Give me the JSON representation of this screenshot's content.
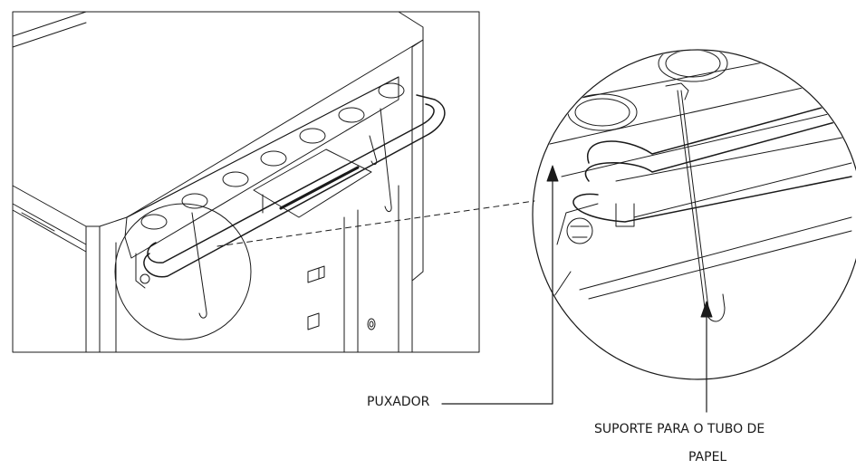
{
  "labels": {
    "handle": "PUXADOR",
    "paper_holder_line1": "SUPORTE PARA O TUBO DE",
    "paper_holder_line2": "PAPEL"
  },
  "colors": {
    "line": "#1a1a1a",
    "background": "#ffffff",
    "highlight": "#f2f2f2"
  }
}
